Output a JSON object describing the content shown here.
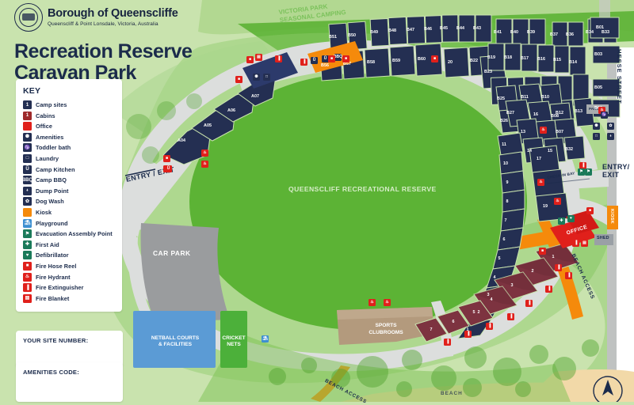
{
  "header": {
    "council": "Borough of Queenscliffe",
    "council_sub": "Queenscliff & Point Lonsdale, Victoria, Australia",
    "title_line1": "Recreation Reserve",
    "title_line2": "Caravan Park",
    "crest_icon": "council-crest-icon"
  },
  "key": {
    "title": "KEY",
    "items": [
      {
        "label": "Camp sites",
        "icon": "camp-site-icon",
        "color": "#242f52",
        "glyph": "1"
      },
      {
        "label": "Cabins",
        "icon": "cabin-icon",
        "color": "#9e2a2b",
        "glyph": "1"
      },
      {
        "label": "Office",
        "icon": "office-icon",
        "color": "#e0201b",
        "glyph": ""
      },
      {
        "label": "Amenities",
        "icon": "amenities-icon",
        "color": "#242f52",
        "glyph": "⚉"
      },
      {
        "label": "Toddler bath",
        "icon": "toddler-bath-icon",
        "color": "#242f52",
        "glyph": "♑"
      },
      {
        "label": "Laundry",
        "icon": "laundry-icon",
        "color": "#242f52",
        "glyph": "□"
      },
      {
        "label": "Camp Kitchen",
        "icon": "camp-kitchen-icon",
        "color": "#242f52",
        "glyph": "Ũ"
      },
      {
        "label": "Camp BBQ",
        "icon": "camp-bbq-icon",
        "color": "#242f52",
        "glyph": "BBQ"
      },
      {
        "label": "Dump Point",
        "icon": "dump-point-icon",
        "color": "#242f52",
        "glyph": "⍖"
      },
      {
        "label": "Dog Wash",
        "icon": "dog-wash-icon",
        "color": "#242f52",
        "glyph": "✿"
      },
      {
        "label": "Kiosk",
        "icon": "kiosk-icon",
        "color": "#f58a0b",
        "glyph": ""
      },
      {
        "label": "Playground",
        "icon": "playground-icon",
        "color": "#3d8fd1",
        "glyph": "⛱"
      },
      {
        "label": "Evacuation Assembly Point",
        "icon": "evacuation-point-icon",
        "color": "#1b7a5a",
        "glyph": "⚑"
      },
      {
        "label": "First Aid",
        "icon": "first-aid-icon",
        "color": "#1b7a5a",
        "glyph": "✚"
      },
      {
        "label": "Defibrillator",
        "icon": "defibrillator-icon",
        "color": "#1b7a5a",
        "glyph": "♥"
      },
      {
        "label": "Fire Hose Reel",
        "icon": "fire-hose-reel-icon",
        "color": "#e0201b",
        "glyph": "■"
      },
      {
        "label": "Fire Hydrant",
        "icon": "fire-hydrant-icon",
        "color": "#e0201b",
        "glyph": "♨"
      },
      {
        "label": "Fire Extinguisher",
        "icon": "fire-extinguisher-icon",
        "color": "#e0201b",
        "glyph": "▐"
      },
      {
        "label": "Fire Blanket",
        "icon": "fire-blanket-icon",
        "color": "#e0201b",
        "glyph": "▤"
      }
    ]
  },
  "fields": {
    "site_number_label": "YOUR SITE NUMBER:",
    "site_number_value": "",
    "amenities_code_label": "AMENITIES CODE:",
    "amenities_code_value": ""
  },
  "map_labels": {
    "victoria_park": "VICTORIA PARK\nSEASONAL CAMPING",
    "victoria_park_line1": "VICTORIA PARK",
    "victoria_park_line2": "SEASONAL CAMPING",
    "oval": "QUEENSCLIFF RECREATIONAL RESERVE",
    "car_park": "CAR PARK",
    "netball": "NETBALL COURTS\n& FACILITIES",
    "netball_line1": "NETBALL COURTS",
    "netball_line2": "& FACILITIES",
    "cricket_line1": "CRICKET",
    "cricket_line2": "NETS",
    "clubrooms_line1": "SPORTS",
    "clubrooms_line2": "CLUBROOMS",
    "entry_exit_left": "ENTRY / EXIT",
    "entry_exit_right_line1": "ENTRY/",
    "entry_exit_right_line2": "EXIT",
    "hesse_street": "HESSE STREET",
    "beach_access_right": "BEACH ACCESS",
    "beach_access_left": "BEACH ACCESS",
    "beach_bottom": "BEACH",
    "office": "OFFICE",
    "kiosk": "KIOSK",
    "shed": "SHED",
    "parking": "PARKING",
    "check_in_bay": "CHECK-IN BAY",
    "compass": "north-compass-icon"
  },
  "sites": {
    "a_row": [
      "A04",
      "A05",
      "A06",
      "A07"
    ],
    "b_top_row": [
      "B51",
      "B50",
      "B49",
      "B48",
      "B47",
      "B46",
      "B45",
      "B44",
      "B43",
      "B41",
      "B40",
      "B39",
      "B37",
      "B36",
      "B34",
      "B33",
      "B01"
    ],
    "b_second_row": [
      "B56",
      "B57",
      "B58",
      "B59",
      "B60",
      "20",
      "B22",
      "B23",
      "B19",
      "B18",
      "B17",
      "B16",
      "B15",
      "B14",
      "B03"
    ],
    "b_third_row": [
      "B25",
      "B26",
      "B11",
      "B10",
      "B27",
      "16",
      "B08",
      "B07",
      "B12",
      "B13",
      "B05",
      "B06"
    ],
    "b_misc": [
      "13",
      "14",
      "15",
      "B32",
      "17",
      "18",
      "19"
    ],
    "oval_edge": [
      "11",
      "10",
      "9",
      "8",
      "7",
      "6",
      "5",
      "4",
      "3",
      "2",
      "1"
    ],
    "cabins": [
      "1",
      "2",
      "3",
      "4",
      "5",
      "6",
      "7"
    ]
  },
  "colors": {
    "grass": "#5cb335",
    "park_bg": "#c9e3ae",
    "site_navy": "#242f52",
    "cabin_maroon": "#7d3340",
    "road": "#d8dadb",
    "car_park": "#9a9c9e",
    "accent_red": "#e0201b",
    "accent_orange": "#f58a0b",
    "water_blue": "#5b9bd5",
    "clubroom": "#b39a7d"
  }
}
